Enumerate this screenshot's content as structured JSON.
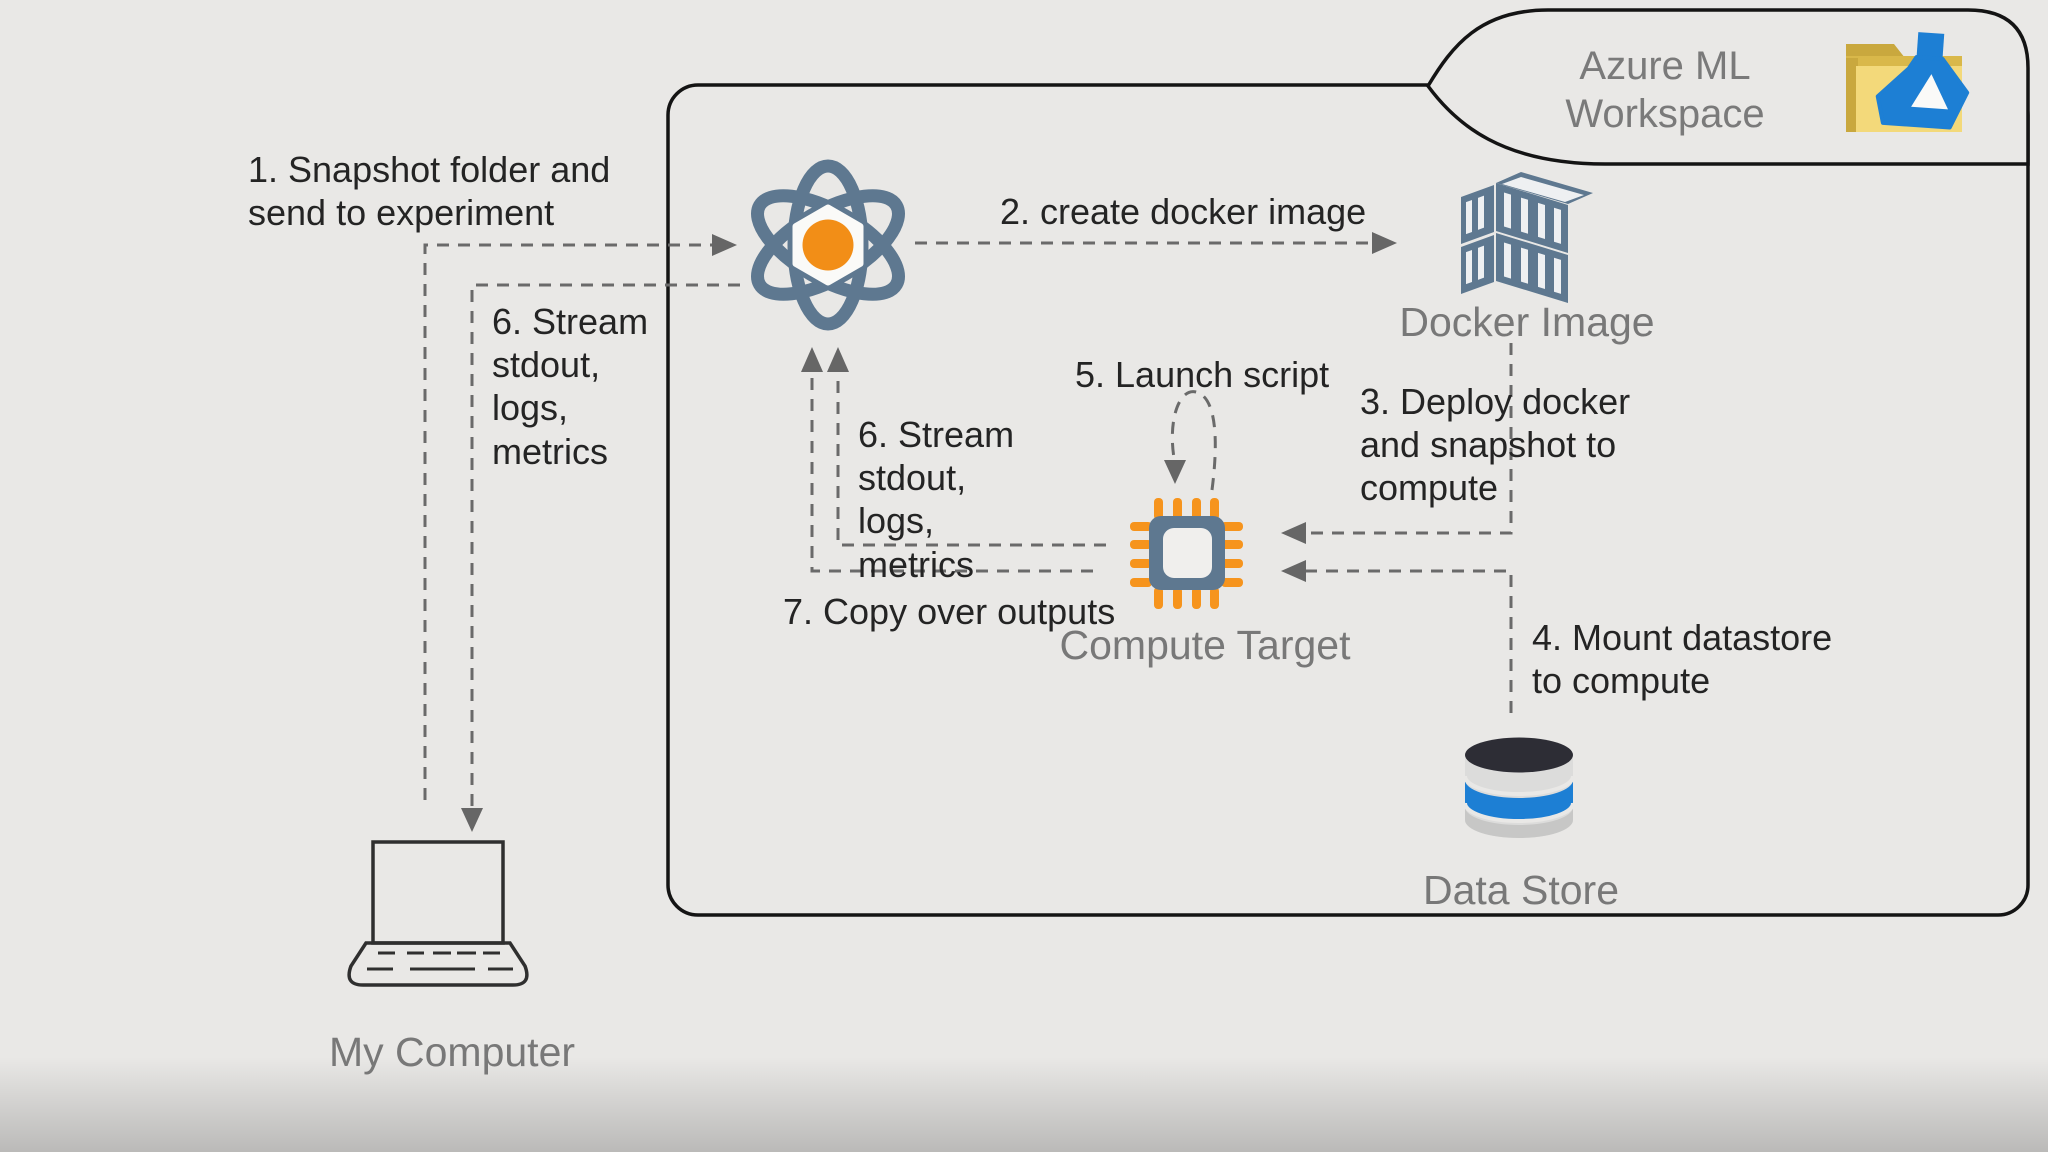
{
  "workspace": {
    "label": "Azure ML\nWorkspace"
  },
  "nodes": {
    "docker": {
      "label": "Docker Image"
    },
    "compute": {
      "label": "Compute Target"
    },
    "datastore": {
      "label": "Data Store"
    },
    "computer": {
      "label": "My Computer"
    }
  },
  "steps": {
    "step1": "1. Snapshot folder and\nsend to experiment",
    "step2": "2. create docker image",
    "step3": "3. Deploy docker\nand snapshot to\ncompute",
    "step4": "4. Mount datastore\nto compute",
    "step5": "5. Launch script",
    "step6_left": "6. Stream\nstdout,\nlogs,\nmetrics",
    "step6_mid": "6. Stream\nstdout,\nlogs,\nmetrics",
    "step7": "7. Copy over outputs"
  },
  "icons": {
    "experiment": "atom-icon",
    "docker": "container-stack-icon",
    "compute": "cpu-chip-icon",
    "datastore": "database-icon",
    "computer": "laptop-icon",
    "workspace": "folder-flask-icon"
  },
  "colors": {
    "background": "#e9e8e6",
    "slate": "#5e7890",
    "orange": "#f6941d",
    "azure_blue": "#1d7fd4",
    "folder_yellow": "#f3d97a",
    "folder_dark": "#c9a83e",
    "db_dark": "#2d2d35",
    "line_gray": "#6a6a6a",
    "label_gray": "#787878",
    "text_black": "#242424",
    "border_black": "#141414"
  }
}
